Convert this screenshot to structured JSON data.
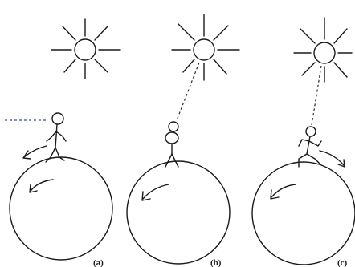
{
  "panels": [
    {
      "id": "a",
      "label": "(a)"
    },
    {
      "id": "b",
      "label": "(b)"
    },
    {
      "id": "c",
      "label": "(c)"
    }
  ],
  "colors": {
    "ink": "#1a1a1a",
    "sun_ray_tip": "#b0956a",
    "dashed_line_a": "#3a4a8a"
  },
  "icons": [
    "sun-icon",
    "earth-circle",
    "stick-figure",
    "rotation-arrow",
    "sightline"
  ]
}
